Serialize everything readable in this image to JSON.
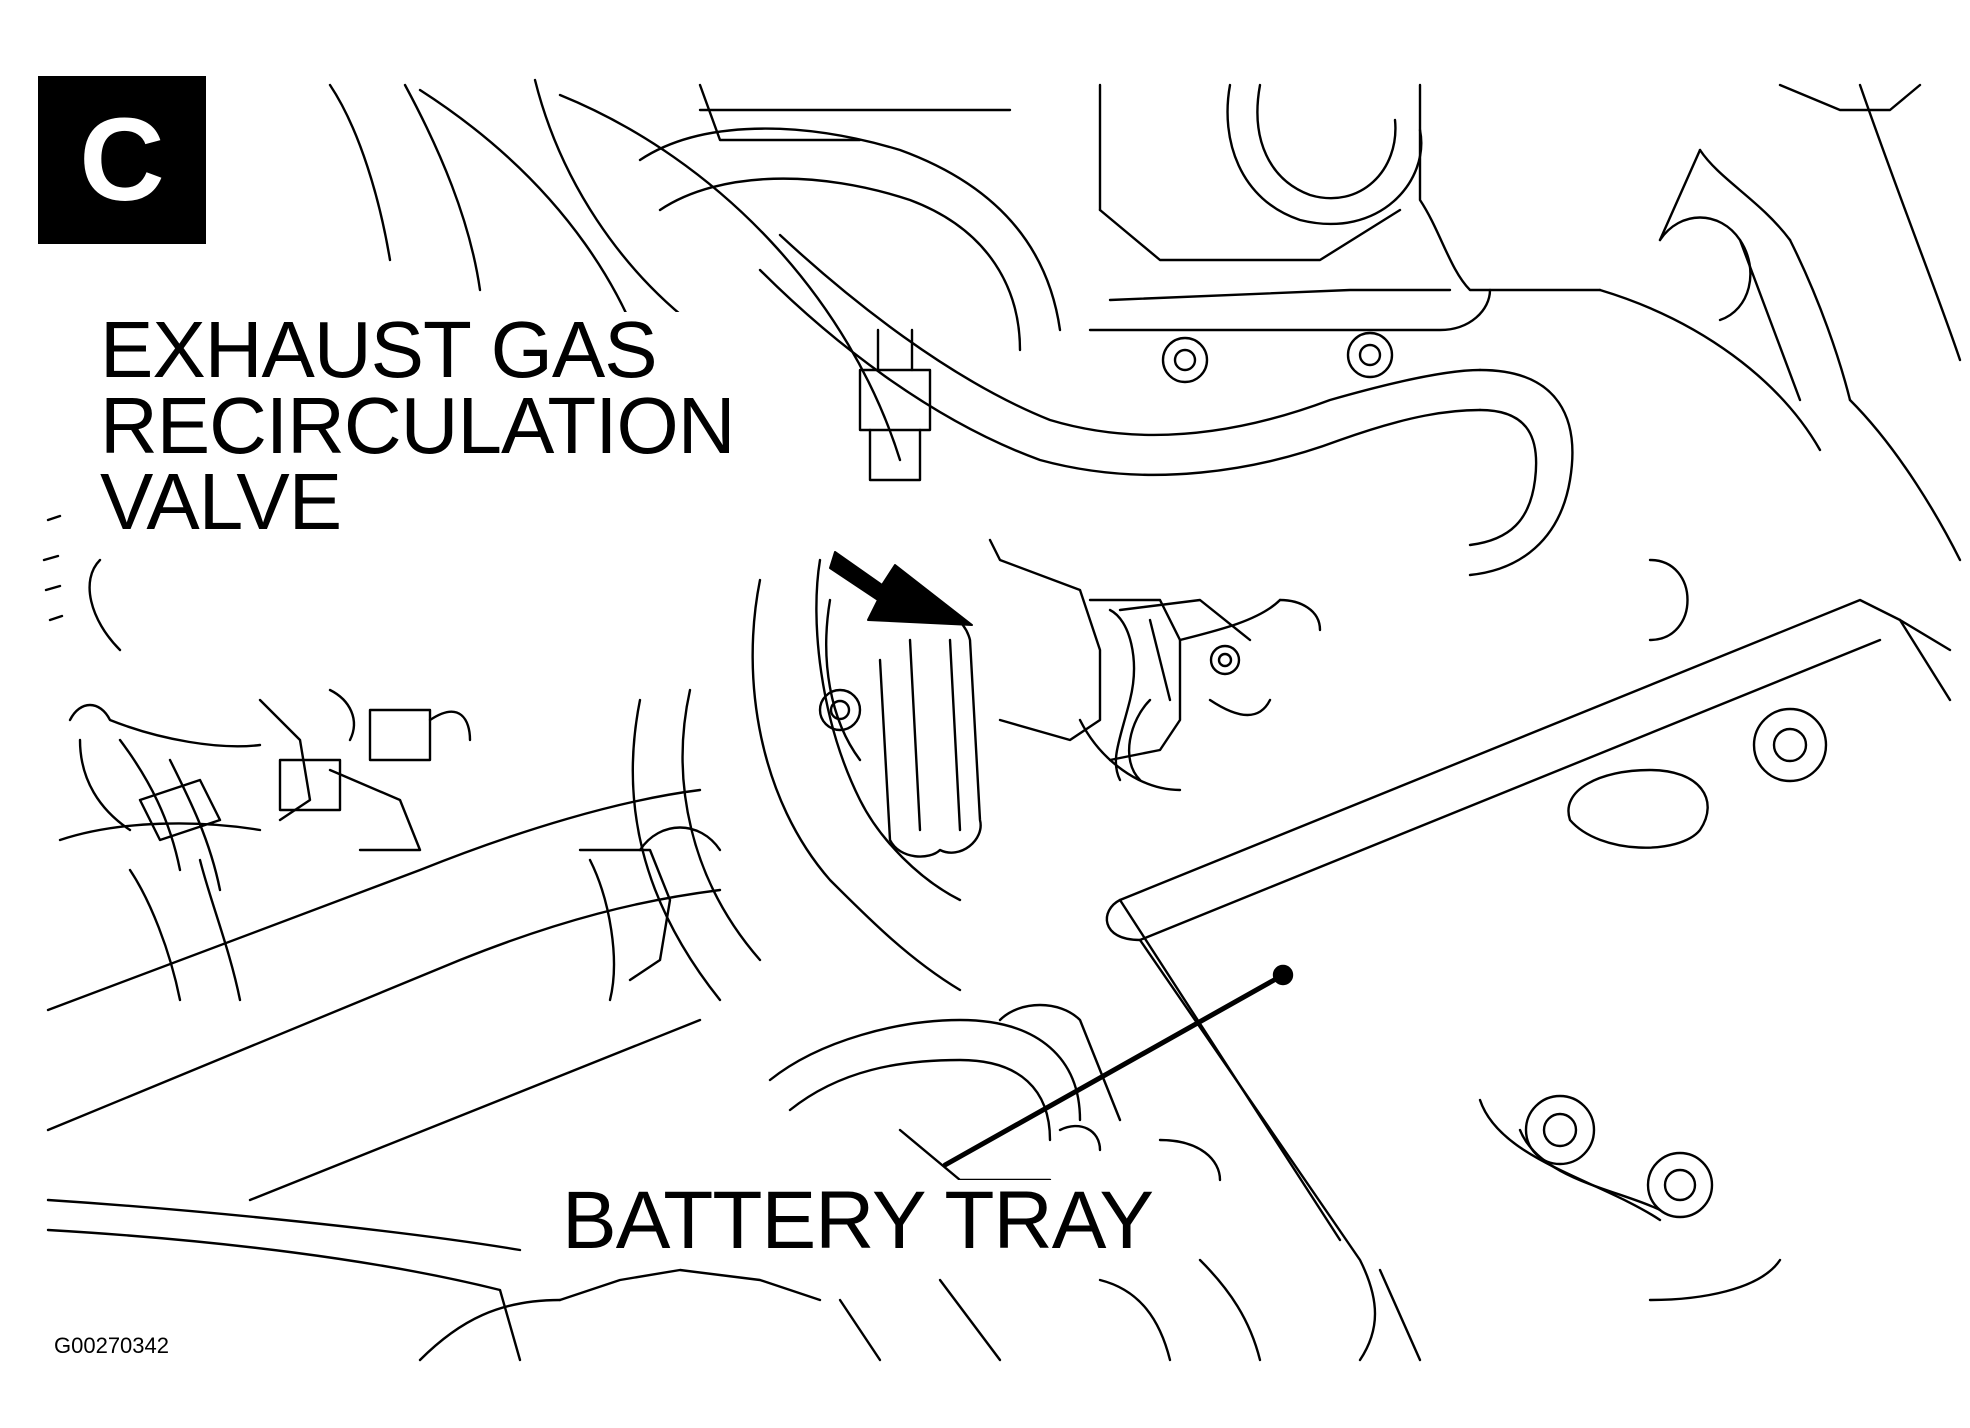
{
  "view_badge": "C",
  "labels": {
    "egr_line1": "EXHAUST GAS",
    "egr_line2": "RECIRCULATION",
    "egr_line3": "VALVE",
    "battery_tray": "BATTERY TRAY"
  },
  "figure_id": "G00270342",
  "colors": {
    "ink": "#000000",
    "paper": "#ffffff"
  }
}
